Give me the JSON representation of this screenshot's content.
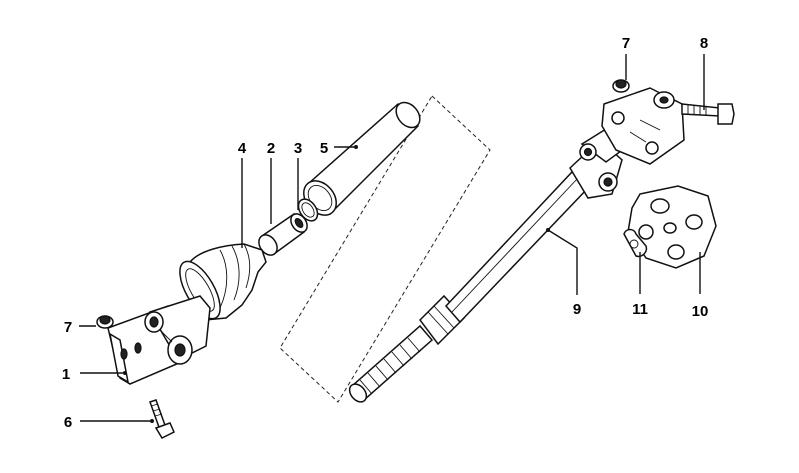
{
  "callouts": [
    {
      "id": "c1",
      "text": "1"
    },
    {
      "id": "c2",
      "text": "2"
    },
    {
      "id": "c3",
      "text": "3"
    },
    {
      "id": "c4",
      "text": "4"
    },
    {
      "id": "c5",
      "text": "5"
    },
    {
      "id": "c6",
      "text": "6"
    },
    {
      "id": "c7a",
      "text": "7"
    },
    {
      "id": "c7b",
      "text": "7"
    },
    {
      "id": "c8",
      "text": "8"
    },
    {
      "id": "c9",
      "text": "9"
    },
    {
      "id": "c10",
      "text": "10"
    },
    {
      "id": "c11",
      "text": "11"
    }
  ]
}
